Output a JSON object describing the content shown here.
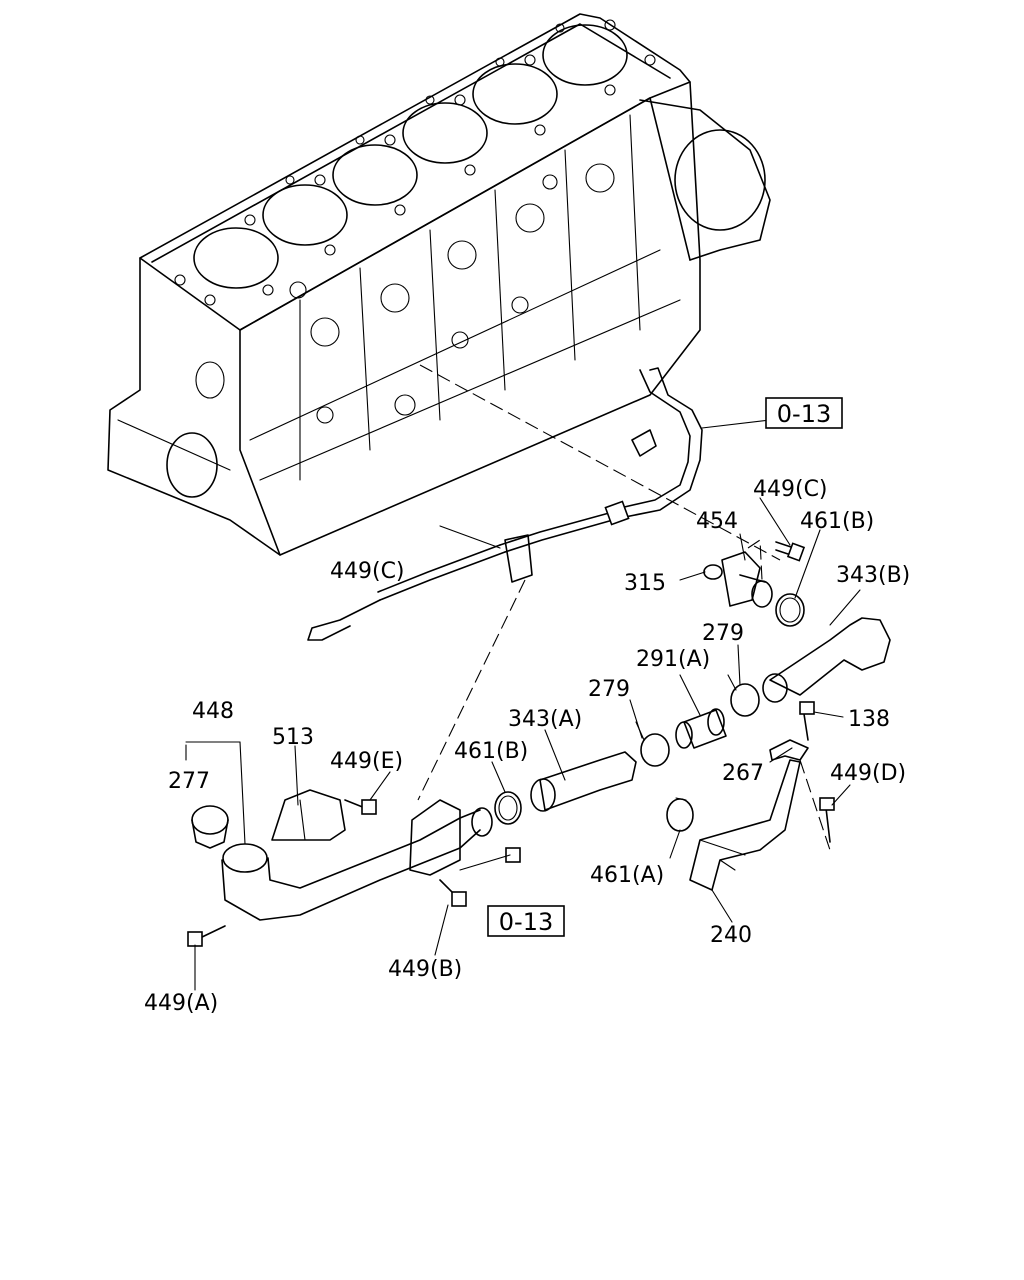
{
  "diagram": {
    "references": [
      {
        "id": "ref-top",
        "text": "0-13"
      },
      {
        "id": "ref-bottom",
        "text": "0-13"
      }
    ],
    "callouts": [
      {
        "id": "c-449c-top",
        "text": "449(C)"
      },
      {
        "id": "c-454",
        "text": "454"
      },
      {
        "id": "c-461b-top",
        "text": "461(B)"
      },
      {
        "id": "c-315",
        "text": "315"
      },
      {
        "id": "c-343b",
        "text": "343(B)"
      },
      {
        "id": "c-449c-left",
        "text": "449(C)"
      },
      {
        "id": "c-279-top",
        "text": "279"
      },
      {
        "id": "c-291a",
        "text": "291(A)"
      },
      {
        "id": "c-279-mid",
        "text": "279"
      },
      {
        "id": "c-343a",
        "text": "343(A)"
      },
      {
        "id": "c-138",
        "text": "138"
      },
      {
        "id": "c-448",
        "text": "448"
      },
      {
        "id": "c-513",
        "text": "513"
      },
      {
        "id": "c-449e",
        "text": "449(E)"
      },
      {
        "id": "c-461b-mid",
        "text": "461(B)"
      },
      {
        "id": "c-277",
        "text": "277"
      },
      {
        "id": "c-267",
        "text": "267"
      },
      {
        "id": "c-449d",
        "text": "449(D)"
      },
      {
        "id": "c-461a",
        "text": "461(A)"
      },
      {
        "id": "c-240",
        "text": "240"
      },
      {
        "id": "c-449b",
        "text": "449(B)"
      },
      {
        "id": "c-449a",
        "text": "449(A)"
      }
    ]
  }
}
